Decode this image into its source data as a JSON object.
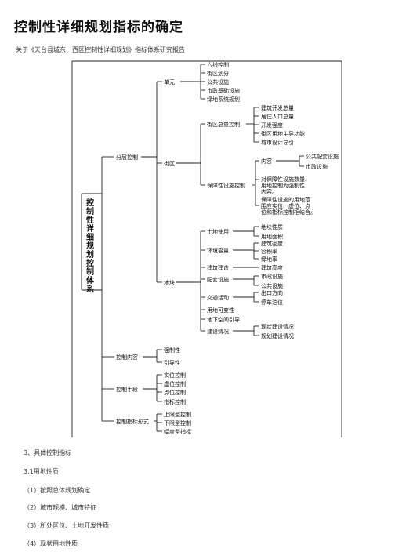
{
  "doc": {
    "title": "控制性详细规划指标的确定",
    "subtitle": "关于《天台县城东、西区控制性详细规划》指标体系研究报告",
    "root_chars": [
      "控",
      "制",
      "性",
      "详",
      "细",
      "规",
      "划",
      "控",
      "制",
      "体",
      "系"
    ],
    "l1": [
      "分层控制",
      "控制内容",
      "控制手段",
      "控制指标形式"
    ],
    "l2": [
      "单元",
      "街区",
      "地块",
      "强制性",
      "引导性",
      "实位控制",
      "虚位控制",
      "点位控制",
      "指标控制",
      "上限型控制",
      "下限型控制",
      "幅度型指标"
    ],
    "l3": [
      "六线控制",
      "街区划分",
      "公共设施",
      "市政基础设施",
      "绿地系统规划",
      "街区总量控制",
      "保障性设施控制",
      "土地使用",
      "环境容量",
      "建筑建造",
      "配套设施",
      "交通活动",
      "用地可变性",
      "地下空间引导",
      "建设情况"
    ],
    "l4": [
      "建筑开发总量",
      "居住人口总量",
      "开发强度",
      "街区用地主导功能",
      "城市设计导引",
      "内容",
      "对保障性设施数量、",
      "用地控制为强制性",
      "内容。",
      "保障性设施的用地范",
      "围应实位、虚位、点",
      "位和指标控制相结合。",
      "地块性质",
      "用地面积",
      "建筑密度",
      "容积率",
      "绿地率",
      "建筑高度",
      "市政设施",
      "公共设施",
      "出口方向",
      "停车泊位",
      "现状建设情况",
      "规划建设情况"
    ],
    "l5": [
      "公共配套设施",
      "市政设施"
    ],
    "sections": [
      {
        "label": "3、具体控制指标"
      },
      {
        "label": "3.1用地性质"
      },
      {
        "label": "（1）按照总体规划确定"
      },
      {
        "label": "（2）城市规模、城市特征"
      },
      {
        "label": "（3）所处区位、土地开发性质"
      },
      {
        "label": "（4）现状用地性质"
      }
    ]
  }
}
